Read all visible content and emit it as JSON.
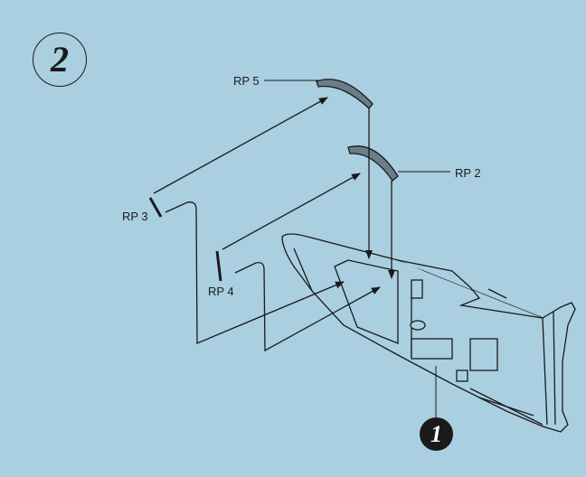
{
  "step_number": "2",
  "parts": {
    "rp5": "RP 5",
    "rp2": "RP 2",
    "rp3": "RP 3",
    "rp4": "RP 4"
  },
  "callout_number": "1",
  "colors": {
    "background": "#a9cfe1",
    "ink": "#1a1a1a"
  }
}
